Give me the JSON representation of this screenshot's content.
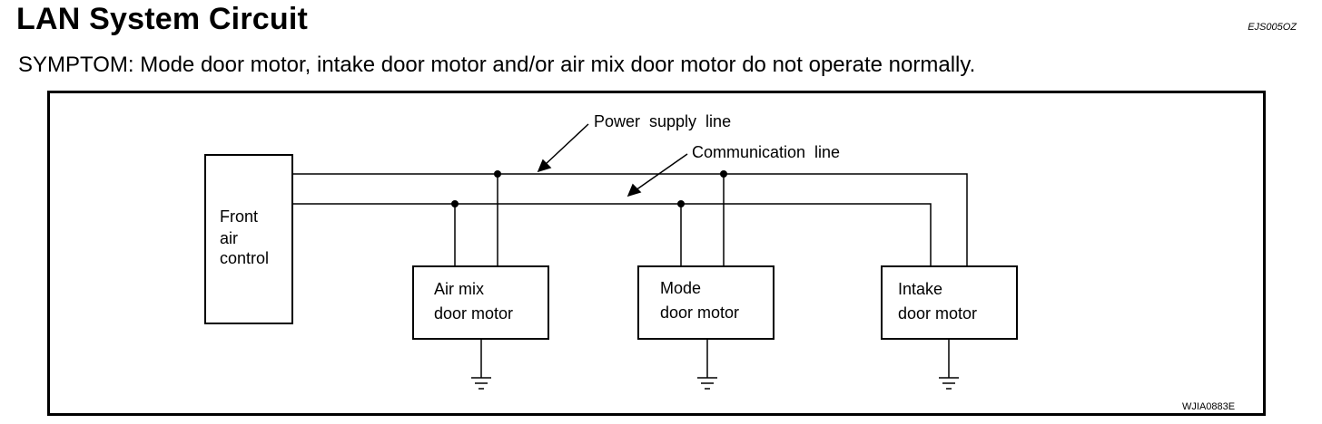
{
  "header": {
    "title": "LAN System Circuit",
    "doc_code": "EJS005OZ",
    "symptom": "SYMPTOM: Mode door motor, intake door motor and/or air mix door motor do not operate normally."
  },
  "diagram": {
    "front_control": [
      "Front",
      "air",
      "control"
    ],
    "air_mix_motor": [
      "Air  mix",
      "door  motor"
    ],
    "mode_motor": [
      "Mode",
      "door  motor"
    ],
    "intake_motor": [
      "Intake",
      "door  motor"
    ],
    "power_line_label": "Power  supply  line",
    "comm_line_label": "Communication  line",
    "figure_id": "WJIA0883E"
  }
}
